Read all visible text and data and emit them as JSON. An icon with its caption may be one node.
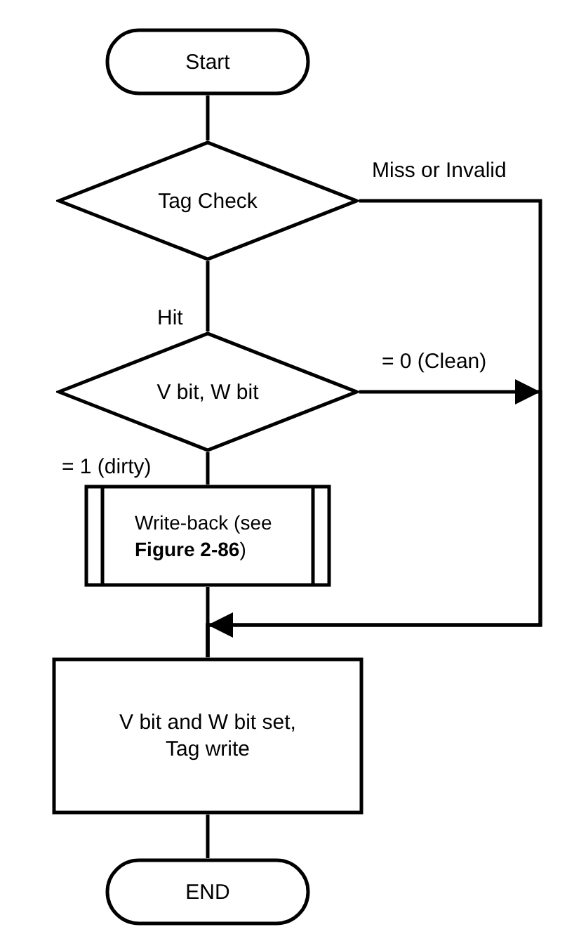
{
  "diagram": {
    "nodes": [
      {
        "text": [
          "Start"
        ]
      },
      {
        "text": [
          "Tag Check"
        ]
      },
      {
        "text": [
          "V bit, W bit"
        ]
      },
      {
        "text": [
          "Write-back (see **Figure 2-86**)"
        ]
      },
      {
        "text": [
          "V bit and W bit set, Tag write"
        ]
      },
      {
        "text": [
          "END"
        ]
      }
    ],
    "edges": [
      {
        "from": 0,
        "to": 1,
        "arrow": "none"
      },
      {
        "from": 1,
        "to": 2,
        "arrow": "none",
        "label": "Hit"
      },
      {
        "from": 2,
        "to": 3,
        "arrow": "none",
        "label": "= 1 (dirty)"
      },
      {
        "from": 1,
        "to": 4,
        "arrow": "to",
        "label": "Miss or Invalid"
      },
      {
        "from": 2,
        "to": 4,
        "arrow": "to",
        "label": "= 0 (Clean)"
      },
      {
        "from": 3,
        "to": 4,
        "arrow": "none"
      },
      {
        "from": 4,
        "to": 5,
        "arrow": "none"
      }
    ]
  }
}
